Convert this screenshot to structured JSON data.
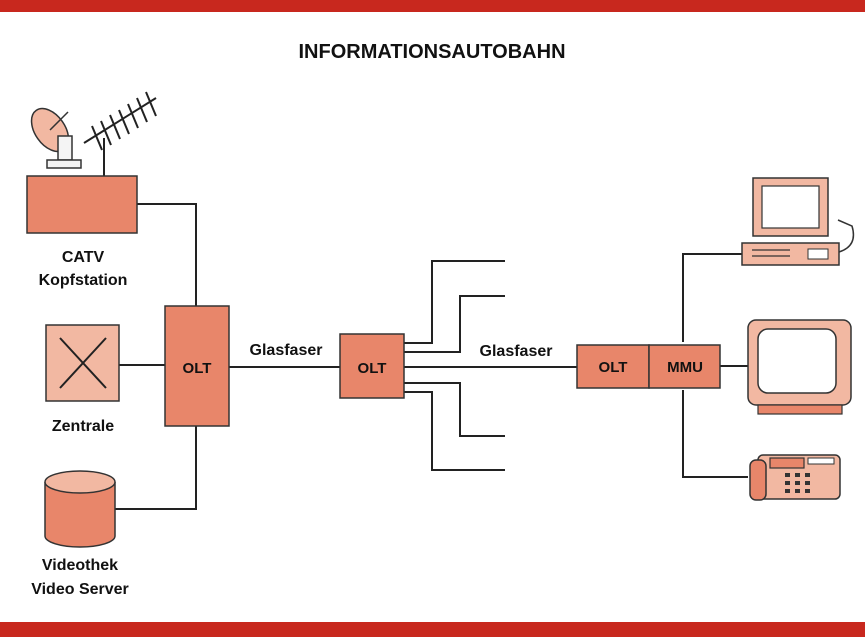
{
  "title": "INFORMATIONSAUTOBAHN",
  "sources": {
    "catv": {
      "line1": "CATV",
      "line2": "Kopfstation"
    },
    "zentrale": {
      "label": "Zentrale"
    },
    "videothek": {
      "line1": "Videothek",
      "line2": "Video Server"
    }
  },
  "nodes": {
    "olt_central": "OLT",
    "olt_splitter": "OLT",
    "olt_home": "OLT",
    "mmu": "MMU"
  },
  "links": {
    "fiber_1": "Glasfaser",
    "fiber_2": "Glasfaser"
  },
  "colors": {
    "accent_red": "#c8281e",
    "box_fill": "#e8866a",
    "box_light": "#f2b8a2",
    "line": "#222222"
  },
  "icons": [
    "satellite-dish-icon",
    "antenna-icon",
    "crossbar-switch-icon",
    "database-cylinder-icon",
    "desktop-computer-icon",
    "television-icon",
    "telephone-icon"
  ]
}
